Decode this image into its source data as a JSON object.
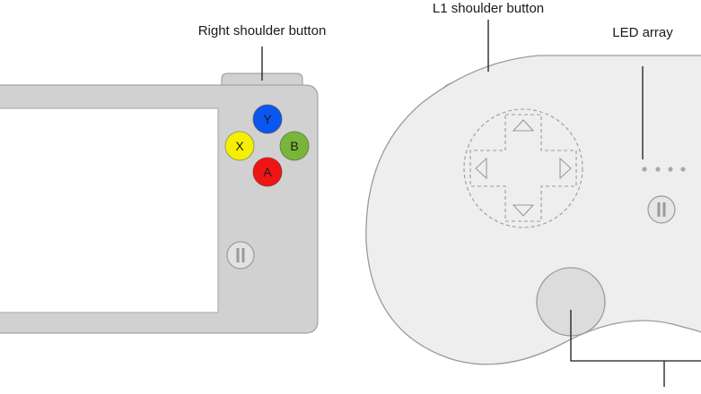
{
  "labels": {
    "right_shoulder": "Right shoulder button",
    "l1_shoulder": "L1 shoulder button",
    "led_array": "LED array"
  },
  "face_buttons": {
    "y": {
      "letter": "Y",
      "color": "#0a56f0"
    },
    "x": {
      "letter": "X",
      "color": "#f5f000"
    },
    "b": {
      "letter": "B",
      "color": "#78b53a"
    },
    "a": {
      "letter": "A",
      "color": "#f01414"
    }
  },
  "icons": {
    "pause_left": "pause-icon",
    "pause_right": "pause-icon",
    "dpad": "dpad-icon",
    "thumbstick": "thumbstick-icon"
  },
  "colors": {
    "body_gray": "#d1d1d1",
    "controller_light": "#eeeeee",
    "outline": "#9a9a9a",
    "line": "#1a1a1a"
  }
}
